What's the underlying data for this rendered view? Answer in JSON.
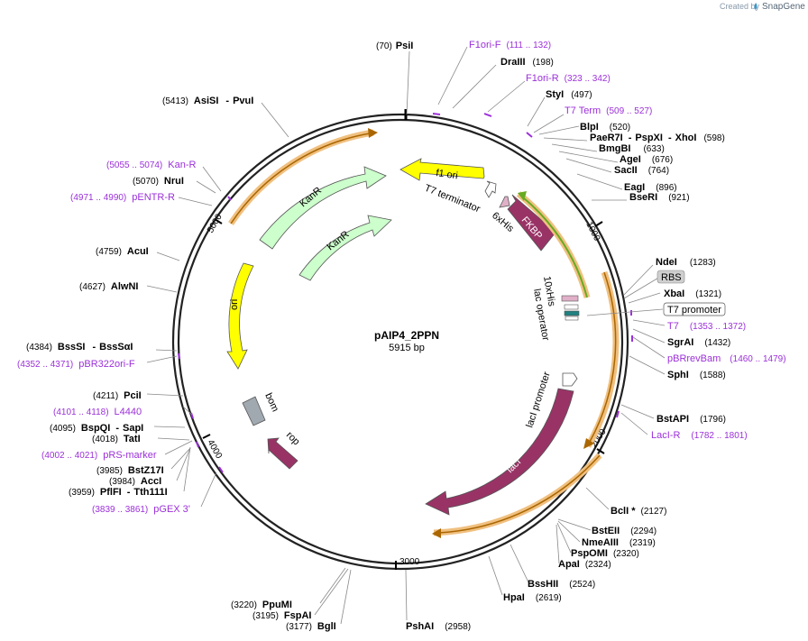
{
  "header": {
    "created_by": "Created by",
    "brand": "SnapGene"
  },
  "plasmid": {
    "name": "pAIP4_2PPN",
    "size": "5915 bp"
  },
  "ticks": [
    "1000",
    "2000",
    "3000",
    "4000",
    "5000"
  ],
  "features": {
    "f1ori": "f1 ori",
    "t7term": "T7 terminator",
    "his6": "6xHis",
    "fkbp": "FKBP",
    "kanr_outer": "KanR",
    "kanr_inner": "KanR",
    "ori": "ori",
    "bom": "bom",
    "rop": "rop",
    "laci": "lacI",
    "laci_promoter": "lacI promoter",
    "his10": "10xHis",
    "lac_operator": "lac operator",
    "rbs": "RBS",
    "t7promoter": "T7 promoter"
  },
  "sites": {
    "psii": {
      "pos": "(70)",
      "name": "PsiI"
    },
    "draiii": {
      "pos": "(198)",
      "name": "DraIII"
    },
    "styi": {
      "pos": "(497)",
      "name": "StyI"
    },
    "blpi": {
      "pos": "(520)",
      "name": "BlpI"
    },
    "paer7i": {
      "name": "PaeR7I",
      "sep": "-",
      "name2": "PspXI",
      "sep2": "-",
      "name3": "XhoI",
      "pos": "(598)"
    },
    "bmgbi": {
      "name": "BmgBI",
      "pos": "(633)"
    },
    "agei": {
      "name": "AgeI",
      "pos": "(676)"
    },
    "sacii": {
      "name": "SacII",
      "pos": "(764)"
    },
    "eagi": {
      "name": "EagI",
      "pos": "(896)"
    },
    "bseri": {
      "name": "BseRI",
      "pos": "(921)"
    },
    "ndei": {
      "name": "NdeI",
      "pos": "(1283)"
    },
    "xbai": {
      "name": "XbaI",
      "pos": "(1321)"
    },
    "sgrai": {
      "name": "SgrAI",
      "pos": "(1432)"
    },
    "sphi": {
      "name": "SphI",
      "pos": "(1588)"
    },
    "bstapi": {
      "name": "BstAPI",
      "pos": "(1796)"
    },
    "bcli": {
      "name": "BclI *",
      "pos": "(2127)"
    },
    "bsteii": {
      "name": "BstEII",
      "pos": "(2294)"
    },
    "nmeaiii": {
      "name": "NmeAIII",
      "pos": "(2319)"
    },
    "pspomi": {
      "name": "PspOMI",
      "pos": "(2320)"
    },
    "apai": {
      "name": "ApaI",
      "pos": "(2324)"
    },
    "bsshii": {
      "name": "BssHII",
      "pos": "(2524)"
    },
    "hpai": {
      "name": "HpaI",
      "pos": "(2619)"
    },
    "pshai": {
      "name": "PshAI",
      "pos": "(2958)"
    },
    "ppumi": {
      "pos": "(3220)",
      "name": "PpuMI"
    },
    "fspai": {
      "pos": "(3195)",
      "name": "FspAI"
    },
    "bgli": {
      "pos": "(3177)",
      "name": "BglI"
    },
    "bstz17i": {
      "pos": "(3985)",
      "name": "BstZ17I"
    },
    "acci": {
      "pos": "(3984)",
      "name": "AccI"
    },
    "pflfi": {
      "pos": "(3959)",
      "name": "PflFI",
      "sep": "-",
      "name2": "Tth111I"
    },
    "tati": {
      "pos": "(4018)",
      "name": "TatI"
    },
    "bspqi": {
      "pos": "(4095)",
      "name": "BspQI",
      "sep": "-",
      "name2": "SapI"
    },
    "pcii": {
      "pos": "(4211)",
      "name": "PciI"
    },
    "bsssi": {
      "pos": "(4384)",
      "name": "BssSI",
      "sep": "-",
      "name2": "BssSαI"
    },
    "alwni": {
      "pos": "(4627)",
      "name": "AlwNI"
    },
    "acui": {
      "pos": "(4759)",
      "name": "AcuI"
    },
    "nrui": {
      "pos": "(5070)",
      "name": "NruI"
    },
    "asisi": {
      "pos": "(5413)",
      "name": "AsiSI",
      "sep": "-",
      "name2": "PvuI"
    }
  },
  "primers": {
    "f1ori_f": {
      "name": "F1ori-F",
      "range": "(111 .. 132)"
    },
    "f1ori_r": {
      "name": "F1ori-R",
      "range": "(323 .. 342)"
    },
    "t7term": {
      "name": "T7 Term",
      "range": "(509 .. 527)"
    },
    "t7": {
      "name": "T7",
      "range": "(1353 .. 1372)"
    },
    "pbrrevbam": {
      "name": "pBRrevBam",
      "range": "(1460 .. 1479)"
    },
    "laci_r": {
      "name": "LacI-R",
      "range": "(1782 .. 1801)"
    },
    "kan_r": {
      "range": "(5055 .. 5074)",
      "name": "Kan-R"
    },
    "pentr_r": {
      "range": "(4971 .. 4990)",
      "name": "pENTR-R"
    },
    "pbr322ori_f": {
      "range": "(4352 .. 4371)",
      "name": "pBR322ori-F"
    },
    "l4440": {
      "range": "(4101 .. 4118)",
      "name": "L4440"
    },
    "prs_marker": {
      "range": "(4002 .. 4021)",
      "name": "pRS-marker"
    },
    "pgex3": {
      "range": "(3839 .. 3861)",
      "name": "pGEX 3'"
    }
  },
  "colors": {
    "backbone": "#222222",
    "primer": "#9b30d9",
    "ori": "#ffff00",
    "kanr": "#ccffcc",
    "laci": "#993366",
    "fkbp": "#993366",
    "orf_highlight": "#f0c080",
    "green_orf": "#66aa22",
    "bom": "#a0a8b0"
  }
}
